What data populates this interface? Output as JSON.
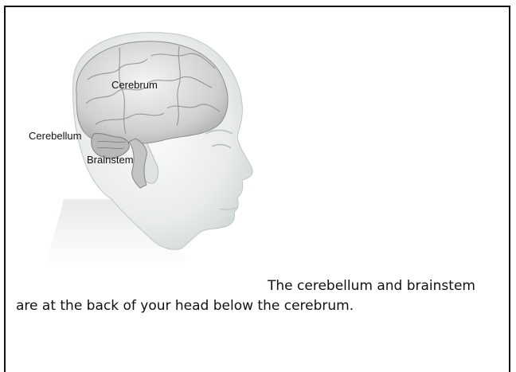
{
  "diagram": {
    "labels": {
      "cerebrum": "Cerebrum",
      "cerebellum": "Cerebellum",
      "brainstem": "Brainstem"
    }
  },
  "caption": {
    "text": "The cerebellum and brainstem are at the back of your head below the cerebrum."
  }
}
